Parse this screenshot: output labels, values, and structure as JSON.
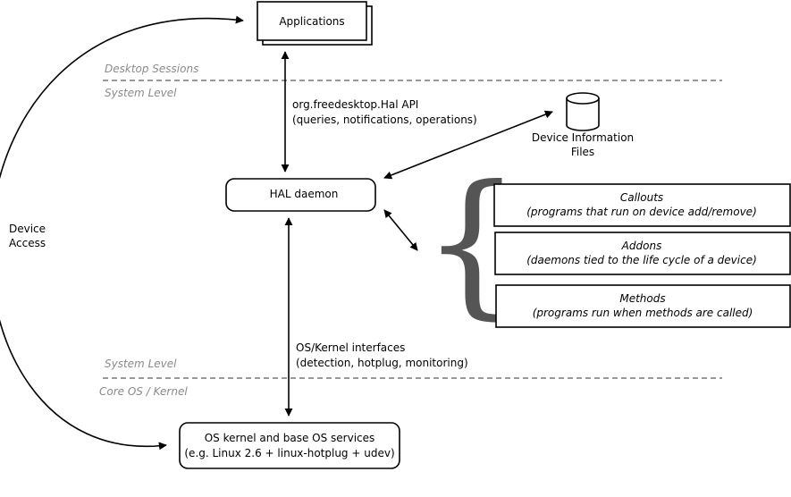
{
  "zones": {
    "desktop_sessions": "Desktop Sessions",
    "system_level_top": "System Level",
    "system_level_bottom": "System Level",
    "core_os": "Core OS / Kernel"
  },
  "applications": {
    "label": "Applications"
  },
  "hal_api": {
    "line1": "org.freedesktop.Hal API",
    "line2": "(queries, notifications, operations)"
  },
  "device_info": {
    "line1": "Device Information",
    "line2": "Files"
  },
  "hal_daemon": {
    "label": "HAL daemon"
  },
  "device_access": {
    "line1": "Device",
    "line2": "Access"
  },
  "extensions": [
    {
      "title": "Callouts",
      "subtitle": "(programs that run on device add/remove)"
    },
    {
      "title": "Addons",
      "subtitle": "(daemons tied to the life cycle of a device)"
    },
    {
      "title": "Methods",
      "subtitle": "(programs run when methods are called)"
    }
  ],
  "brace": "{",
  "kernel_interfaces": {
    "line1": "OS/Kernel interfaces",
    "line2": "(detection, hotplug, monitoring)"
  },
  "kernel": {
    "line1": "OS kernel and base OS services",
    "line2": "(e.g. Linux 2.6 + linux-hotplug + udev)"
  }
}
